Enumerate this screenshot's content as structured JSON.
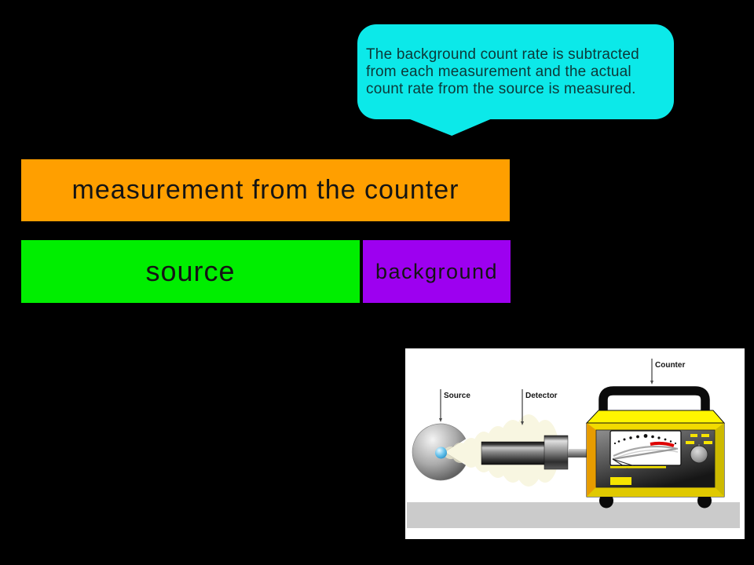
{
  "slide": {
    "bg_color": "#000000"
  },
  "callout": {
    "text": "The background count rate is subtracted from each measurement and the actual count rate from the source is measured.",
    "bg_color": "#0CE9E9",
    "text_color": "#0C3838"
  },
  "bars": {
    "measurement": {
      "label": "measurement from the counter",
      "color": "#FF9F00"
    },
    "source": {
      "label": "source",
      "color": "#00EE00"
    },
    "background": {
      "label": "background",
      "color": "#9D00F0"
    }
  },
  "figure": {
    "labels": {
      "source": "Source",
      "detector": "Detector",
      "counter": "Counter"
    },
    "palette": {
      "counter_body": "#F2DB00",
      "counter_top": "#FFF500",
      "panel_dark": "#141414",
      "ground": "#CBCBCB",
      "beam": "#F6F2D4",
      "meter_red_zone": "#DD0000",
      "source_ball_blue": "#6EC6EE"
    }
  }
}
